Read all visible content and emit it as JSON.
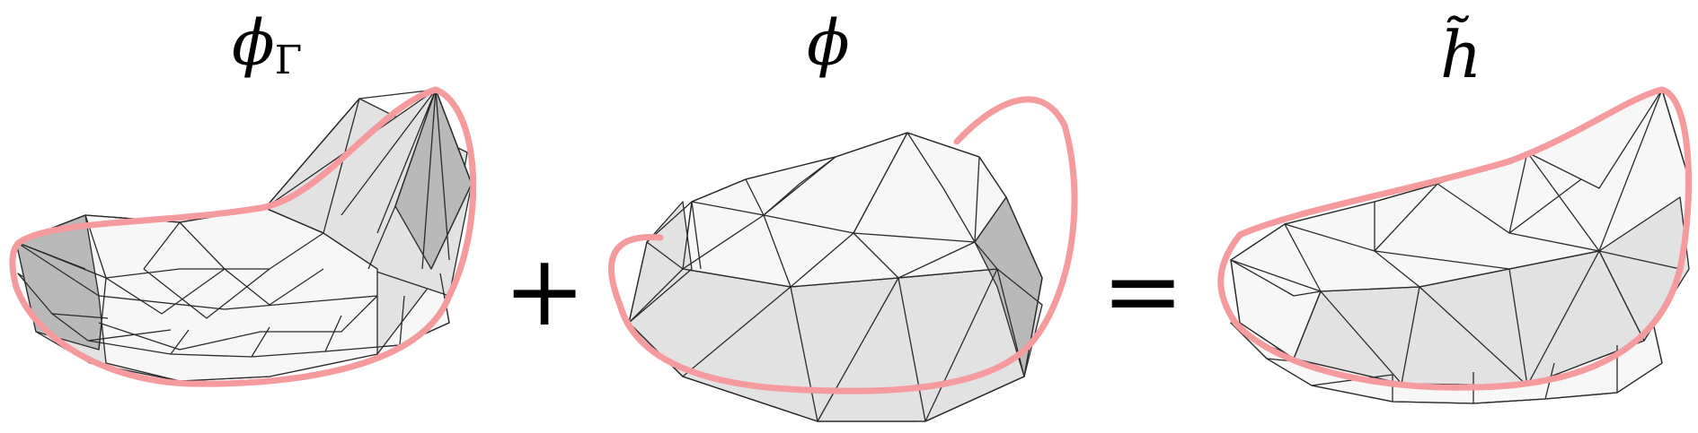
{
  "panels": [
    {
      "label": "ϕ",
      "subscript": "Γ"
    },
    {
      "label": "ϕ",
      "subscript": ""
    },
    {
      "label": "h̃",
      "subscript": ""
    }
  ],
  "operators": {
    "plus": "+",
    "equals": "="
  },
  "colors": {
    "boundary_curve": "#f59a9d",
    "edge": "#2a2a2a",
    "face_light": "#f7f7f7",
    "face_mid": "#e2e2e2",
    "face_dark": "#b9b9b9",
    "background": "#ffffff"
  }
}
